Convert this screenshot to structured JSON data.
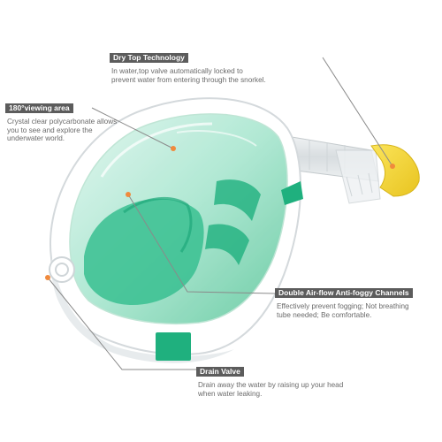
{
  "callouts": {
    "dry_top": {
      "title": "Dry Top Technology",
      "lines": [
        "In water,top valve automatically locked to",
        "prevent water from entering through the snorkel."
      ]
    },
    "viewing_area": {
      "title": "180°viewing area",
      "lines": [
        "Crystal clear polycarbonate allows",
        "you to see and explore the",
        "underwater world."
      ]
    },
    "airflow": {
      "title": "Double Air-flow Anti-foggy Channels",
      "lines": [
        "Effectively prevent fogging; Not breathing",
        "tube needed; Be comfortable."
      ]
    },
    "drain_valve": {
      "title": "Drain Valve",
      "lines": [
        "Drain away the water by raising up your head",
        "when water leaking."
      ]
    }
  },
  "colors": {
    "accent_green": "#1fb07e",
    "tube_yellow": "#f3d433",
    "label_bg": "#5c5c5c",
    "pointer_dot": "#f08a3c"
  }
}
